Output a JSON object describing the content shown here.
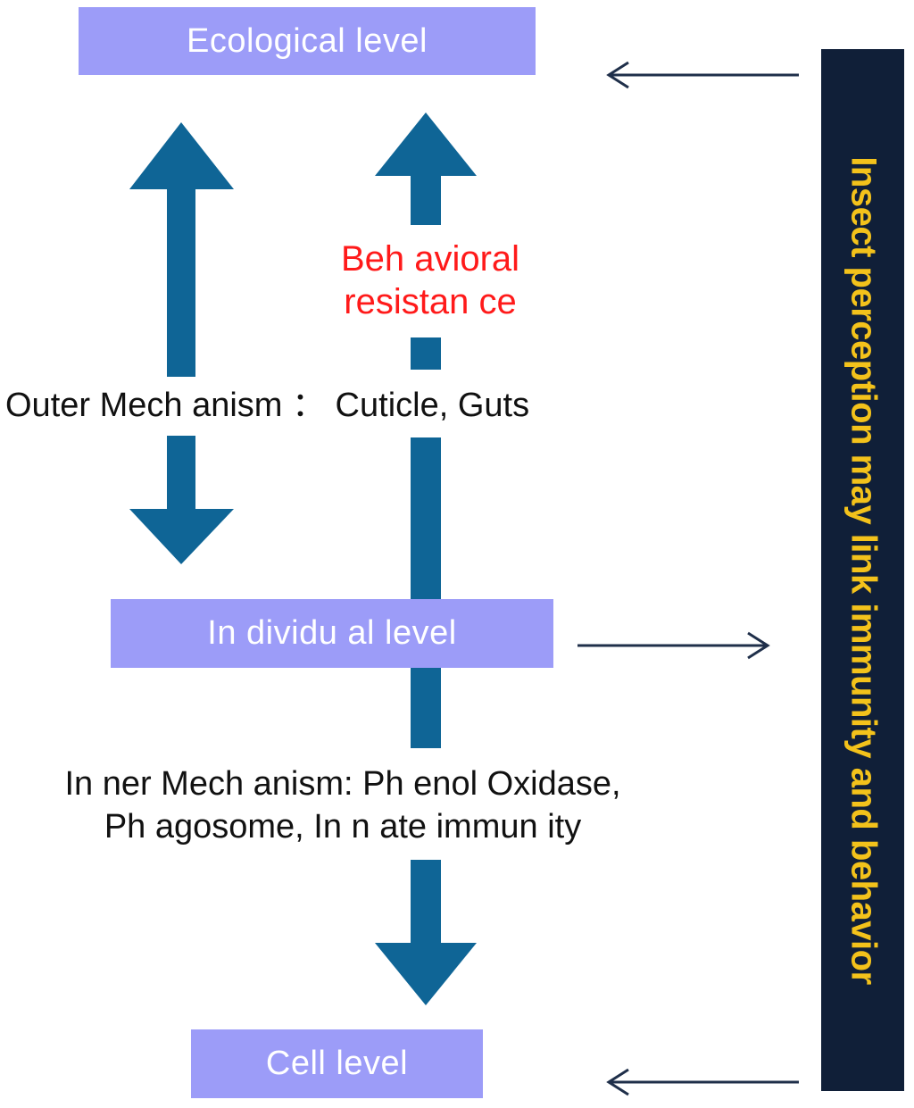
{
  "levels": {
    "ecological": "Ecological  level",
    "individual": "In dividu al level",
    "cell": "Cell level"
  },
  "labels": {
    "behavioral_line1": "Beh avioral",
    "behavioral_line2": "resistan ce",
    "outer_mechanism": "Outer Mech anism ： Cuticle, Guts",
    "inner_line1": "In ner Mech anism: Ph enol Oxidase,",
    "inner_line2": "Ph agosome, In n ate immun ity"
  },
  "side_panel": {
    "text": "Insect perception may link immunity and behavior"
  },
  "colors": {
    "level_box": "#9c9cf8",
    "thick_arrow": "#0f6596",
    "thin_arrow": "#1f2f4a",
    "side_panel_bg": "#101f38",
    "side_panel_text": "#f3c21b",
    "behavioral_text": "#ff1a1a"
  }
}
